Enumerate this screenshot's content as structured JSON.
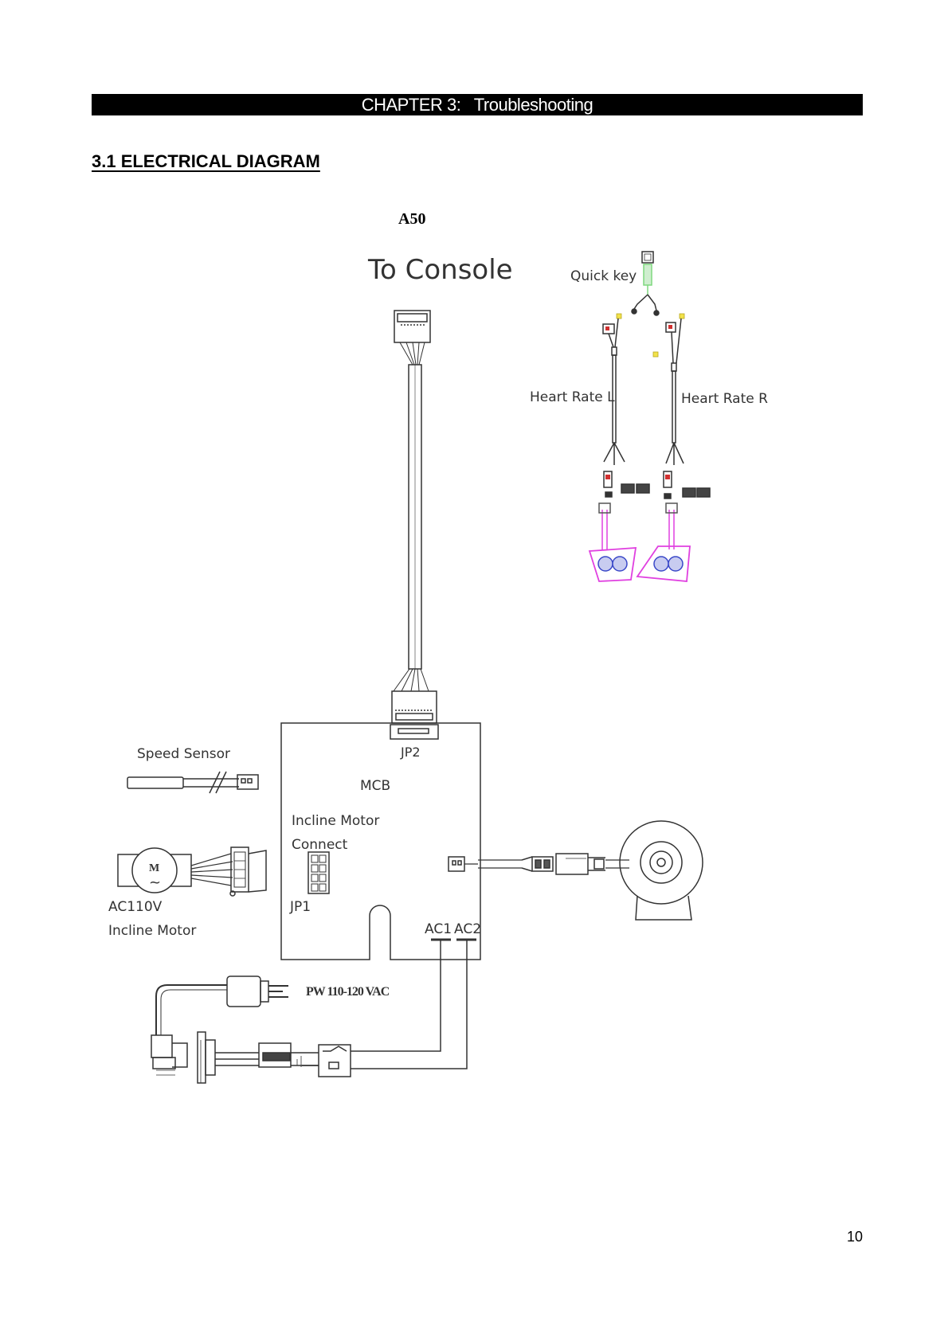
{
  "header": {
    "chapter": "CHAPTER 3:",
    "chapter_title": "Troubleshooting"
  },
  "section": {
    "heading": "3.1 ELECTRICAL DIAGRAM"
  },
  "model": "A50",
  "diagram": {
    "labels": {
      "to_console": "To Console",
      "quick_key": "Quick key",
      "heart_rate_l": "Heart Rate L",
      "heart_rate_r": "Heart Rate R",
      "speed_sensor": "Speed Sensor",
      "jp2": "JP2",
      "mcb": "MCB",
      "incline_motor_connect_1": "Incline Motor",
      "incline_motor_connect_2": "Connect",
      "jp1": "JP1",
      "ac110v": "AC110V",
      "incline_motor": "Incline Motor",
      "ac1": "AC1",
      "ac2": "AC2",
      "power": "PW 110-120 VAC",
      "motor_symbol": "M",
      "motor_tilde": "~"
    },
    "colors": {
      "line": "#333333",
      "pink": "#e040e0",
      "blue": "#3a48c8",
      "yellow": "#f2e24a",
      "green": "#7fd97f",
      "red": "#d03030"
    }
  },
  "page_number": "10"
}
